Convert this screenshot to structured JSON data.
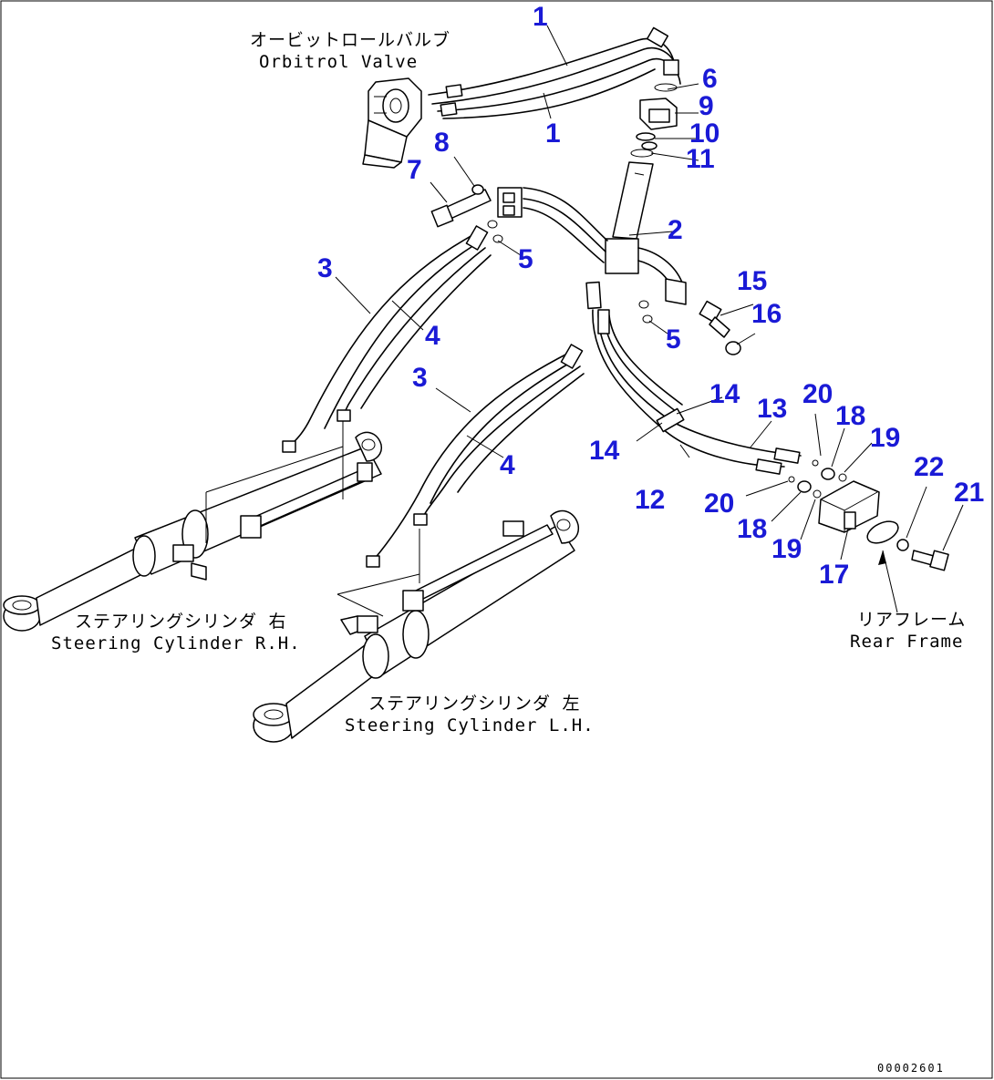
{
  "labels": {
    "orbitrol_jp": "オービットロールバルブ",
    "orbitrol_en": "Orbitrol Valve",
    "cyl_rh_jp": "ステアリングシリンダ 右",
    "cyl_rh_en": "Steering Cylinder R.H.",
    "cyl_lh_jp": "ステアリングシリンダ 左",
    "cyl_lh_en": "Steering Cylinder L.H.",
    "rear_jp": "リアフレーム",
    "rear_en": "Rear Frame"
  },
  "callouts": [
    {
      "id": "c1a",
      "text": "1"
    },
    {
      "id": "c1b",
      "text": "1"
    },
    {
      "id": "c2",
      "text": "2"
    },
    {
      "id": "c3a",
      "text": "3"
    },
    {
      "id": "c3b",
      "text": "3"
    },
    {
      "id": "c4a",
      "text": "4"
    },
    {
      "id": "c4b",
      "text": "4"
    },
    {
      "id": "c5a",
      "text": "5"
    },
    {
      "id": "c5b",
      "text": "5"
    },
    {
      "id": "c6",
      "text": "6"
    },
    {
      "id": "c7",
      "text": "7"
    },
    {
      "id": "c8",
      "text": "8"
    },
    {
      "id": "c9",
      "text": "9"
    },
    {
      "id": "c10",
      "text": "10"
    },
    {
      "id": "c11",
      "text": "11"
    },
    {
      "id": "c12",
      "text": "12"
    },
    {
      "id": "c13",
      "text": "13"
    },
    {
      "id": "c14a",
      "text": "14"
    },
    {
      "id": "c14b",
      "text": "14"
    },
    {
      "id": "c15",
      "text": "15"
    },
    {
      "id": "c16",
      "text": "16"
    },
    {
      "id": "c17",
      "text": "17"
    },
    {
      "id": "c18a",
      "text": "18"
    },
    {
      "id": "c18b",
      "text": "18"
    },
    {
      "id": "c19a",
      "text": "19"
    },
    {
      "id": "c19b",
      "text": "19"
    },
    {
      "id": "c20a",
      "text": "20"
    },
    {
      "id": "c20b",
      "text": "20"
    },
    {
      "id": "c21",
      "text": "21"
    },
    {
      "id": "c22",
      "text": "22"
    }
  ],
  "drawing_number": "00002601"
}
